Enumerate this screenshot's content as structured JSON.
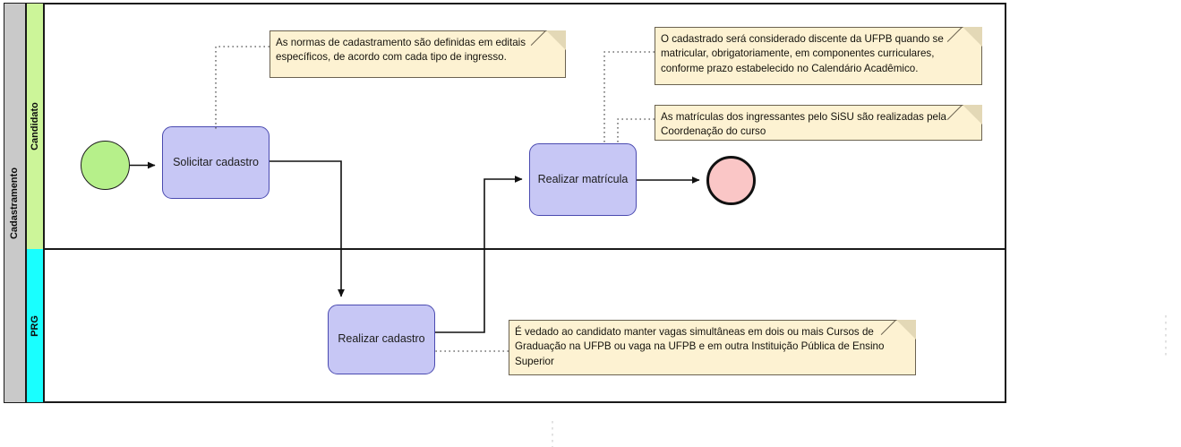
{
  "diagram": {
    "type": "bpmn-process-diagram",
    "pool": {
      "name": "Cadastramento",
      "header_color": "#c9c9c9"
    },
    "lanes": [
      {
        "name": "Candidato",
        "color": "#ccf599"
      },
      {
        "name": "PRG",
        "color": "#19ffff"
      }
    ],
    "events": [
      {
        "id": "start",
        "kind": "start-event",
        "lane": "Candidato",
        "color": "#b6f08a",
        "label": ""
      },
      {
        "id": "end",
        "kind": "end-event",
        "lane": "Candidato",
        "color": "#fac6c6",
        "label": ""
      }
    ],
    "tasks": [
      {
        "id": "t1",
        "label": "Solicitar cadastro",
        "lane": "Candidato",
        "color": "#c7c7f5"
      },
      {
        "id": "t2",
        "label": "Realizar matrícula",
        "lane": "Candidato",
        "color": "#c7c7f5"
      },
      {
        "id": "t3",
        "label": "Realizar cadastro",
        "lane": "PRG",
        "color": "#c7c7f5"
      }
    ],
    "annotations": [
      {
        "id": "a1",
        "text": "As normas de cadastramento são definidas em editais específicos, de acordo com cada tipo de ingresso.",
        "attached_to": "t1",
        "color": "#fdf2d2"
      },
      {
        "id": "a2",
        "text": "O cadastrado será considerado discente da UFPB quando se matricular, obrigatoriamente, em componentes curriculares, conforme prazo estabelecido no Calendário Acadêmico.",
        "attached_to": "t2",
        "color": "#fdf2d2"
      },
      {
        "id": "a3",
        "text": "As matrículas dos ingressantes pelo SiSU são realizadas pela Coordenação do curso",
        "attached_to": "t2",
        "color": "#fdf2d2"
      },
      {
        "id": "a4",
        "text": "É vedado ao candidato manter vagas simultâneas em dois ou mais Cursos de Graduação na UFPB ou vaga na UFPB e em outra Instituição Pública de Ensino Superior",
        "attached_to": "t3",
        "color": "#fdf2d2"
      }
    ],
    "sequence_flows": [
      {
        "from": "start",
        "to": "t1"
      },
      {
        "from": "t1",
        "to": "t3"
      },
      {
        "from": "t3",
        "to": "t2"
      },
      {
        "from": "t2",
        "to": "end"
      }
    ],
    "associations": [
      {
        "from": "a1",
        "to": "t1"
      },
      {
        "from": "a2",
        "to": "t2"
      },
      {
        "from": "a3",
        "to": "t2"
      },
      {
        "from": "a4",
        "to": "t3"
      }
    ]
  }
}
